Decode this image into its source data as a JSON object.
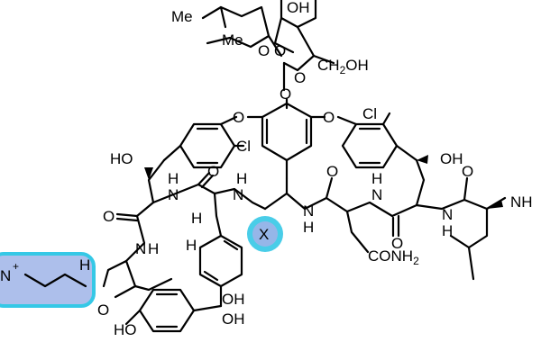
{
  "labels": {
    "me1": "Me",
    "me2": "Me",
    "oh_top": "OH",
    "o_sugar1": "O",
    "o_sugar2": "O",
    "o_sugar3": "O",
    "ch2oh_a": "CH",
    "ch2oh_sub": "2",
    "ch2oh_b": "OH",
    "o_link": "O",
    "o_ether_l": "O",
    "o_ether_r": "O",
    "cl_left": "Cl",
    "cl_right": "Cl",
    "ho_left": "HO",
    "oh_right": "OH",
    "nh_1": "N",
    "h_1": "H",
    "o_1": "O",
    "nh_2": "N",
    "h_2": "H",
    "h_3": "H",
    "o_2": "O",
    "nh_3": "N",
    "h_4": "H",
    "o_3": "O",
    "nh_4": "N",
    "h_5": "H",
    "nh_far": "NH",
    "o_4": "O",
    "o_5": "O",
    "nh_5": "N",
    "h_6": "H",
    "h_7": "H",
    "x_label": "X",
    "conh2_a": "CONH",
    "conh2_sub": "2",
    "nh_left": "N",
    "h_left": "H",
    "n_plus": "N",
    "plus": "+",
    "h_8": "H",
    "o_6": "O",
    "ho_bottom": "HO",
    "oh_b1": "OH",
    "oh_b2": "OH"
  },
  "colors": {
    "highlight_cyan": "#35c8e6",
    "highlight_blue": "#9fb4e8"
  }
}
